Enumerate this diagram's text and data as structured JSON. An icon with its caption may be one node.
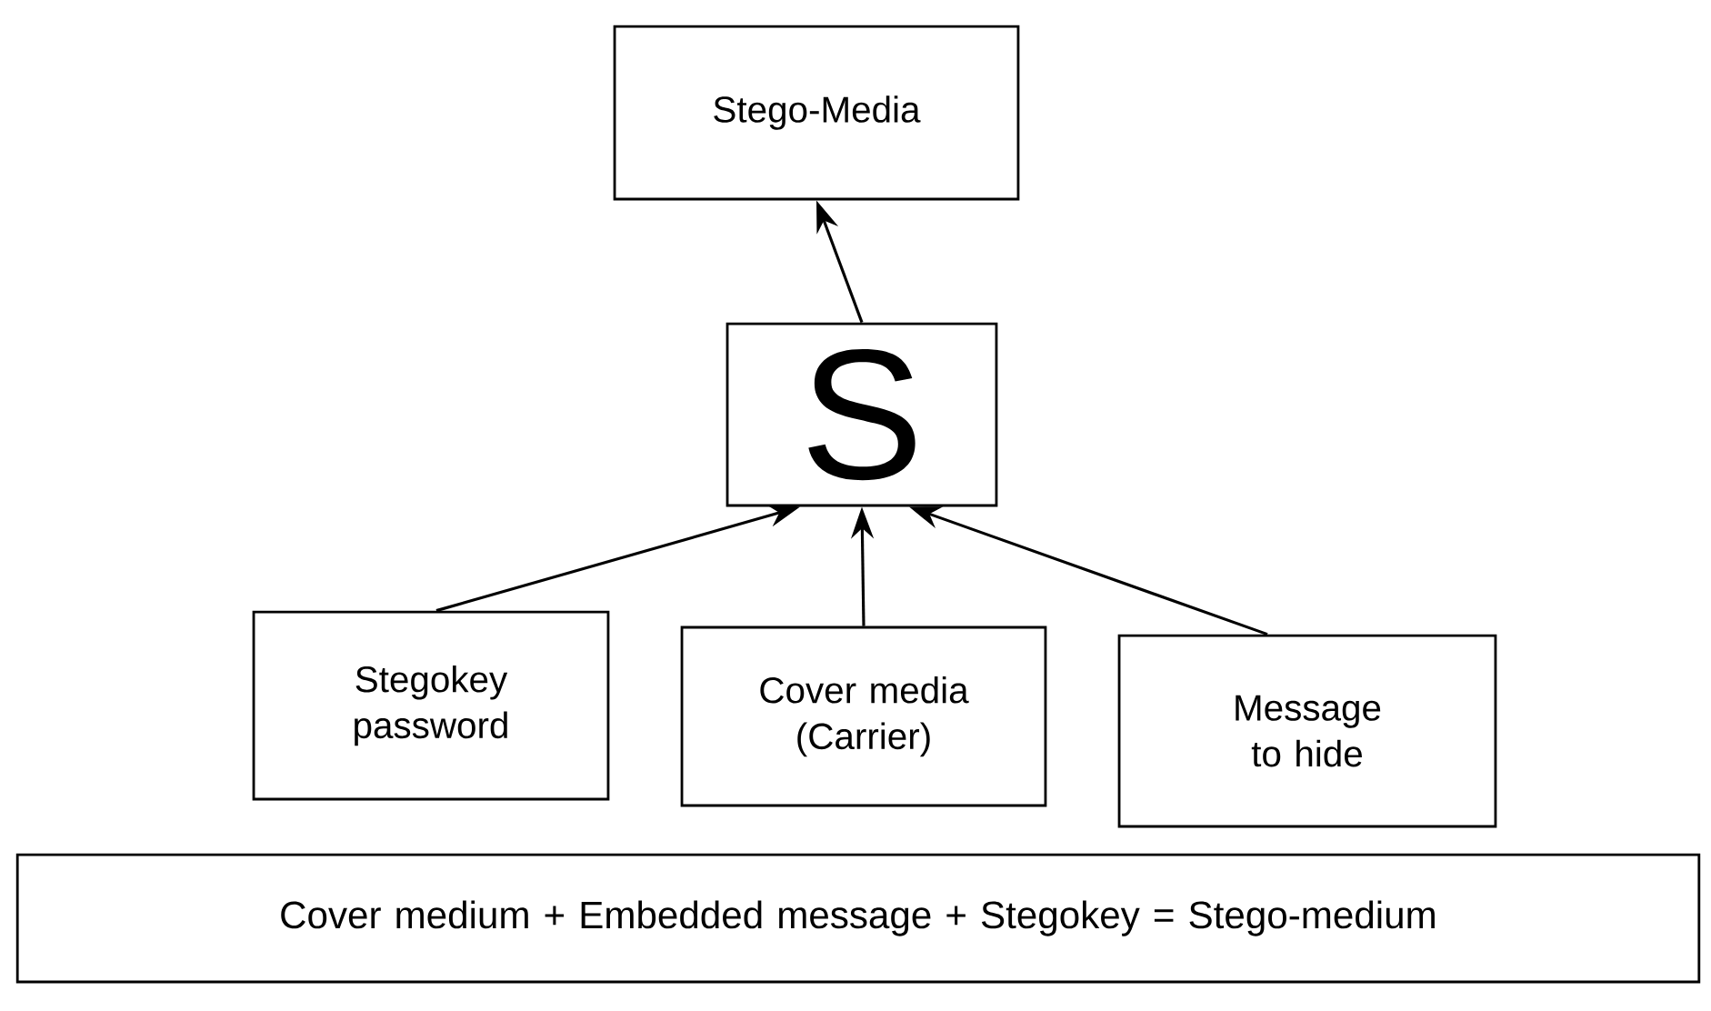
{
  "diagram": {
    "nodes": [
      {
        "text": [
          "Stego-Media"
        ]
      },
      {
        "text": [
          "S"
        ]
      },
      {
        "text": [
          "Stegokey password"
        ]
      },
      {
        "text": [
          "Cover media (Carrier)"
        ]
      },
      {
        "text": [
          "Message to hide"
        ]
      },
      {
        "text": [
          "Cover medium + Embedded message + Stegokey = Stego-medium"
        ]
      }
    ],
    "edges": [
      {
        "from": 1,
        "to": 0,
        "arrow": "to"
      },
      {
        "from": 2,
        "to": 1,
        "arrow": "to"
      },
      {
        "from": 3,
        "to": 1,
        "arrow": "to"
      },
      {
        "from": 4,
        "to": 1,
        "arrow": "to"
      }
    ]
  }
}
